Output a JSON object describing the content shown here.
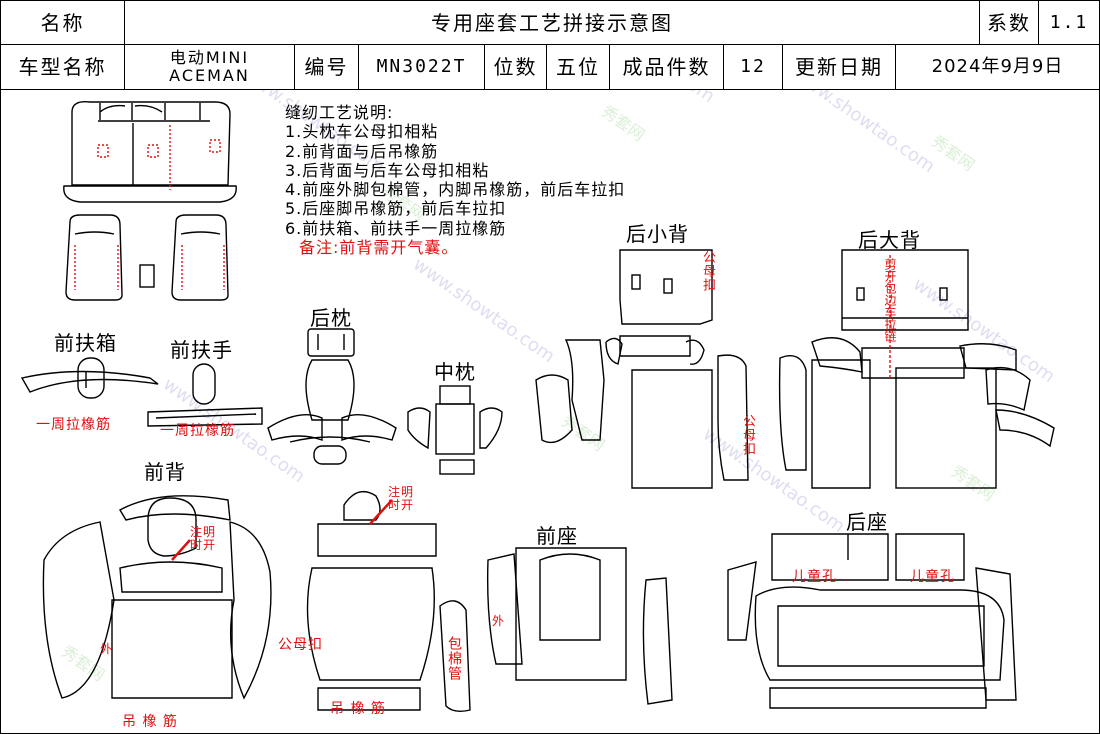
{
  "header": {
    "row1": {
      "name_label": "名称",
      "title": "专用座套工艺拼接示意图",
      "coef_label": "系数",
      "coef_value": "1.1"
    },
    "row2": {
      "model_label": "车型名称",
      "model_line1": "电动MINI",
      "model_line2": "ACEMAN",
      "code_label": "编号",
      "code_value": "MN3022T",
      "seats_label": "位数",
      "seats_value": "五位",
      "pieces_label": "成品件数",
      "pieces_value": "12",
      "date_label": "更新日期",
      "date_value": "2024年9月9日"
    }
  },
  "notes": {
    "title": "缝纫工艺说明:",
    "items": [
      "1.头枕车公母扣相粘",
      "2.前背面与后吊橡筋",
      "3.后背面与后车公母扣相粘",
      "4.前座外脚包棉管，内脚吊橡筋，前后车拉扣",
      "5.后座脚吊橡筋，前后车拉扣",
      "6.前扶箱、前扶手一周拉橡筋"
    ],
    "remark": "备注:前背需开气囊。"
  },
  "parts": {
    "front_armbox": "前扶箱",
    "front_armrest": "前扶手",
    "rear_pillow": "后枕",
    "middle_pillow": "中枕",
    "rear_small_back": "后小背",
    "rear_big_back": "后大背",
    "front_back": "前背",
    "front_seat": "前座",
    "rear_seat": "后座"
  },
  "annotations": {
    "elastic_around_1": "一周拉橡筋",
    "elastic_around_2": "一周拉橡筋",
    "snap_1": "公母扣",
    "snap_2": "公母扣",
    "snap_3": "公母扣",
    "cut_open": "剪开包边车拉链",
    "note_open_1": "注明时开",
    "note_open_2": "注明时开",
    "outer_1": "外",
    "outer_2": "外",
    "hang_elastic_1": "吊 橡 筋",
    "hang_elastic_2": "吊 橡 筋",
    "pipe": "包棉管",
    "child_hole_1": "儿童孔",
    "child_hole_2": "儿童孔"
  },
  "watermark": {
    "text_cn": "秀套网",
    "text_url": "www.showtao.com"
  },
  "colors": {
    "line": "#000000",
    "accent_red": "#e01010",
    "watermark_purple": "#c9c0e6",
    "watermark_green": "#b8e0b0"
  }
}
